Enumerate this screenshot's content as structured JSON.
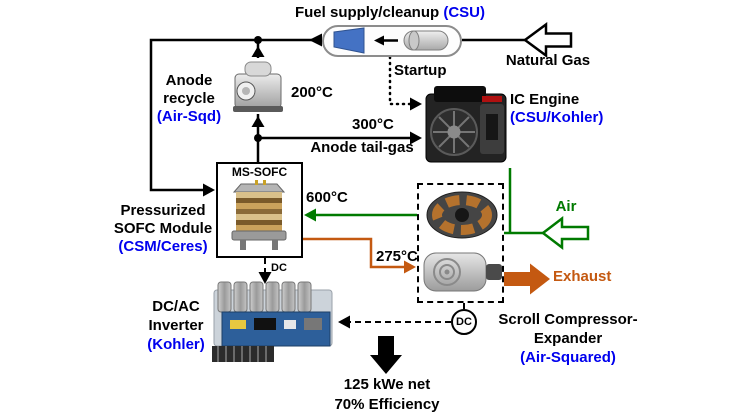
{
  "colors": {
    "blue": "#0000EE",
    "green": "#007A00",
    "orange": "#C45911"
  },
  "title": {
    "text": "Fuel supply/cleanup",
    "vendor": "(CSU)"
  },
  "natural_gas": {
    "label": "Natural Gas"
  },
  "anode_recycle": {
    "line1": "Anode",
    "line2": "recycle",
    "vendor": "(Air-Sqd)",
    "temp": "200°C"
  },
  "startup": {
    "label": "Startup"
  },
  "ic_engine": {
    "name": "IC Engine",
    "vendor": "(CSU/Kohler)"
  },
  "tail_gas": {
    "temp": "300°C",
    "label": "Anode tail-gas"
  },
  "sofc": {
    "module_label": "MS-SOFC",
    "temp": "600°C",
    "name1": "Pressurized",
    "name2": "SOFC Module",
    "vendor": "(CSM/Ceres)"
  },
  "air": {
    "label": "Air"
  },
  "scroll": {
    "temp": "275°C",
    "exhaust_label": "Exhaust",
    "name1": "Scroll Compressor-",
    "name2": "Expander",
    "vendor": "(Air-Squared)"
  },
  "inverter": {
    "name1": "DC/AC",
    "name2": "Inverter",
    "vendor": "(Kohler)"
  },
  "dc": {
    "line_label": "DC",
    "bus_label": "DC"
  },
  "output": {
    "line1": "125 kWe net",
    "line2": "70% Efficiency"
  }
}
